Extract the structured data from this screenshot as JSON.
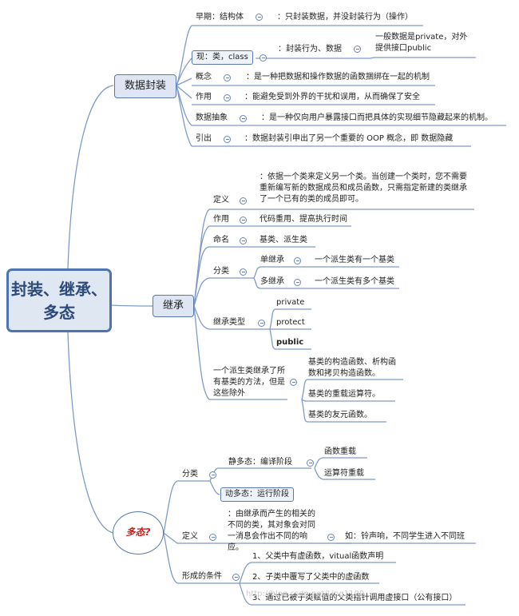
{
  "root": {
    "label": "封装、继承、多态"
  },
  "encapsulation": {
    "label": "数据封装",
    "early": {
      "label": "早期：结构体",
      "desc": "：只封装数据，并没封装行为（操作）"
    },
    "now": {
      "label": "现：类，class",
      "desc": "：封装行为、数据",
      "note": "一般数据是private，对外提供接口public"
    },
    "concept": {
      "label": "概念",
      "desc": "：是一种把数据和操作数据的函数捆绑在一起的机制"
    },
    "effect": {
      "label": "作用",
      "desc": "：能避免受到外界的干扰和误用，从而确保了安全"
    },
    "abstraction": {
      "label": "数据抽象",
      "desc": "：是一种仅向用户暴露接口而把具体的实现细节隐藏起来的机制。"
    },
    "extends": {
      "label": "引出",
      "desc": "：数据封装引申出了另一个重要的 OOP 概念，即 数据隐藏"
    }
  },
  "inheritance": {
    "label": "继承",
    "definition": {
      "label": "定义",
      "desc": "：依据一个类来定义另一个类。当创建一个类时，您不需要重新编写新的数据成员和成员函数，只需指定新建的类继承了一个已有的类的成员即可。"
    },
    "effect": {
      "label": "作用",
      "desc": "代码重用、提高执行时间"
    },
    "naming": {
      "label": "命名",
      "desc": "基类、派生类"
    },
    "category": {
      "label": "分类",
      "single": {
        "label": "单继承",
        "desc": "一个派生类有一个基类"
      },
      "multiple": {
        "label": "多继承",
        "desc": "一个派生类有多个基类"
      }
    },
    "types": {
      "label": "继承类型",
      "items": [
        "private",
        "protect",
        "public"
      ]
    },
    "exception": {
      "label": "一个派生类继承了所有基类的方法，但是这些除外",
      "items": [
        "基类的构造函数、析构函数和拷贝构造函数。",
        "基类的重载运算符。",
        "基类的友元函数。"
      ]
    }
  },
  "polymorphism": {
    "label": "多态?",
    "category": {
      "label": "分类",
      "static": {
        "label": "静多态：编译阶段",
        "items": [
          "函数重载",
          "运算符重载"
        ]
      },
      "dynamic": {
        "label": "动多态：运行阶段"
      }
    },
    "definition": {
      "label": "定义",
      "desc": "：由继承而产生的相关的不同的类，其对象会对同一消息会作出不同的响应。",
      "example": "如：铃声响，不同学生进入不同班"
    },
    "conditions": {
      "label": "形成的条件",
      "items": [
        "1、父类中有虚函数，vitual函数声明",
        "2、子类中覆写了父类中的虚函数",
        "3、通过已被子类赋值的父类指针调用虚接口（公有接口）"
      ]
    }
  },
  "watermark": "http://blog.csdn.net/Ling1109"
}
